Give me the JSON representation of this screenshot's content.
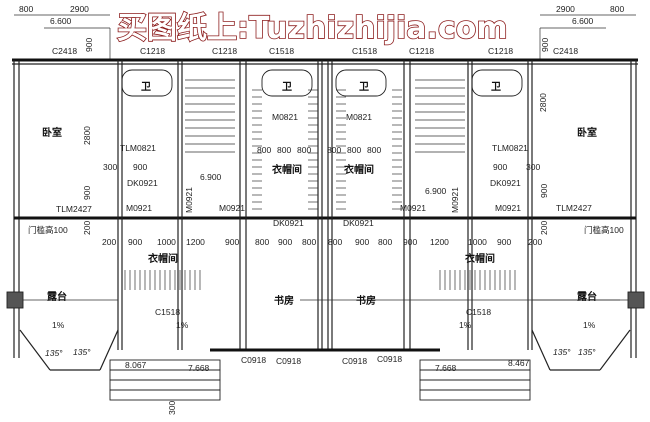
{
  "watermark": "买图纸上:Tuzhizhijia.com",
  "colors": {
    "watermark_outline": "#8b1a1a",
    "lines": "#222222",
    "background": "#ffffff"
  },
  "dimensions_top": {
    "left_800": "800",
    "left_2900": "2900",
    "left_elev": "6.600",
    "right_2900": "2900",
    "right_800": "800",
    "right_elev": "6.600",
    "left_900": "900",
    "right_900": "900"
  },
  "windows": [
    "C2418",
    "C1218",
    "C1218",
    "C1518",
    "C1518",
    "C1218",
    "C1218",
    "C2418"
  ],
  "rooms": {
    "bath": "卫",
    "bedroom": "卧室",
    "closet": "衣帽间",
    "terrace": "露台",
    "study": "书房"
  },
  "doors": {
    "m0821": "M0821",
    "tlm0821": "TLM0821",
    "dk0921": "DK0921",
    "m0921": "M0921",
    "tlm2427": "TLM2427",
    "c1518": "C1518",
    "c0918": "C0918"
  },
  "notes": {
    "threshold": "门槛高100",
    "slope": "1%",
    "angle": "135°"
  },
  "elevations": {
    "e6900": "6.900",
    "e8067": "8.067",
    "e7668": "7.668",
    "e8467": "8.467"
  },
  "dims": {
    "d200": "200",
    "d300": "300",
    "d800": "800",
    "d900": "900",
    "d1000": "1000",
    "d1200": "1200",
    "d2800": "2800"
  }
}
